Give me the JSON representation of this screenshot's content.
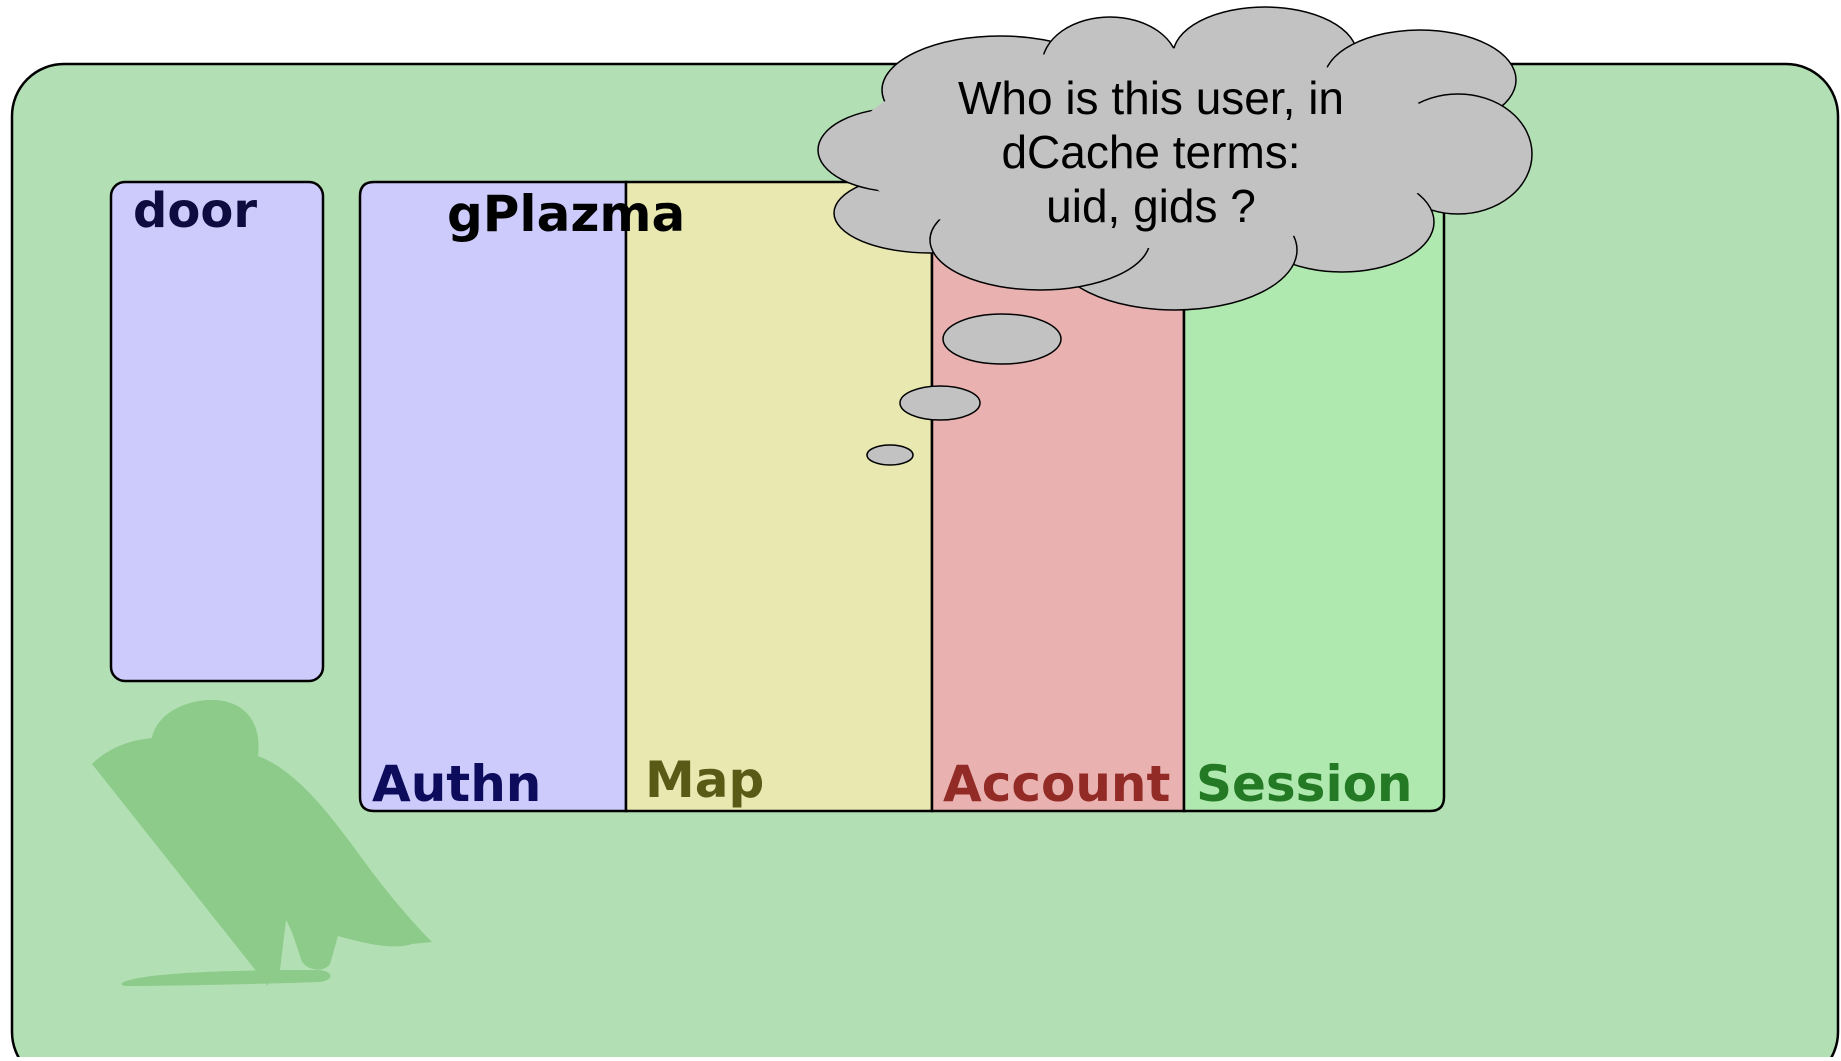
{
  "title": "",
  "door": {
    "label": "door"
  },
  "gplazma": {
    "label": "gPlazma",
    "phases": [
      {
        "key": "authn",
        "label": "Authn",
        "color": "#cccbfc",
        "text_color": "#0d0b5b"
      },
      {
        "key": "map",
        "label": "Map",
        "color": "#e8e8b0",
        "text_color": "#5a5a17"
      },
      {
        "key": "account",
        "label": "Account",
        "color": "#e9b1b0",
        "text_color": "#922b26"
      },
      {
        "key": "session",
        "label": "Session",
        "color": "#b0e9b0",
        "text_color": "#247a24"
      }
    ]
  },
  "thought": {
    "lines": [
      "Who is this user, in",
      "dCache terms:",
      "uid, gids ?"
    ]
  },
  "colors": {
    "background": "#b3dfb5",
    "door_fill": "#cccbfc",
    "cloud_fill": "#c2c2c2",
    "bird": "#8ccb89",
    "door_text": "#0d0b3f",
    "gplazma_text": "#000000"
  },
  "icons": {
    "mascot": "bird-silhouette-icon"
  }
}
